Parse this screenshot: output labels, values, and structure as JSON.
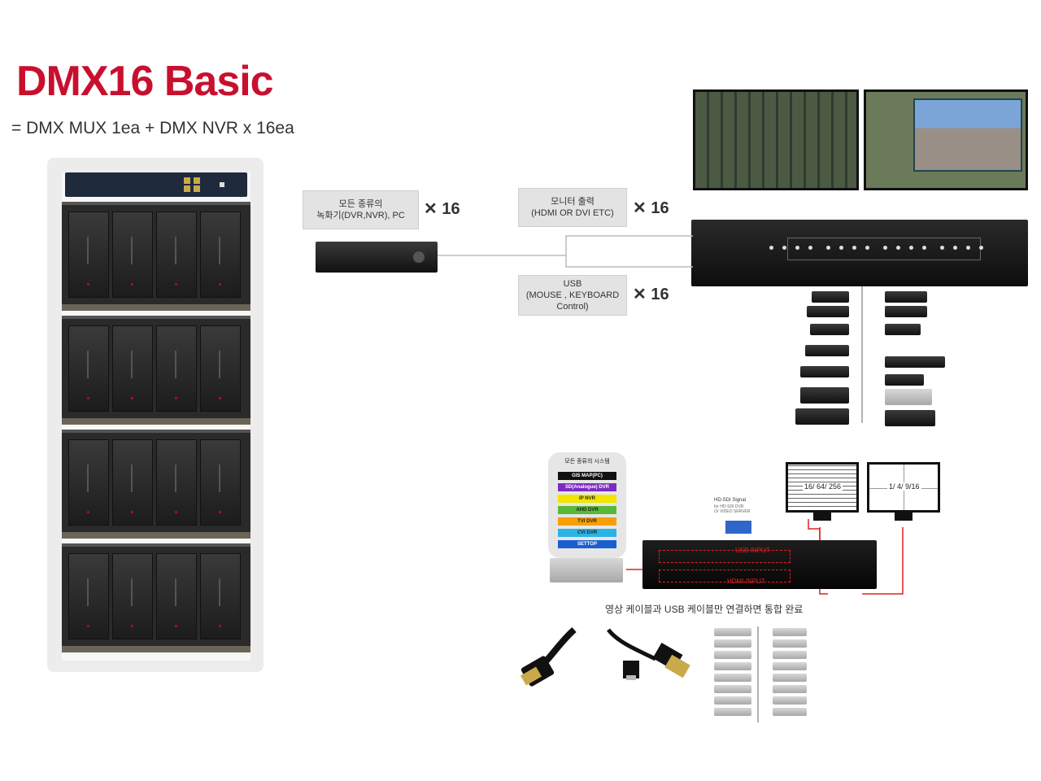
{
  "header": {
    "title": "DMX16 Basic",
    "subtitle": "= DMX MUX 1ea + DMX NVR x 16ea"
  },
  "labels": {
    "recorders": "모든 종류의\n녹화기(DVR,NVR), PC",
    "monitor_out": "모니터 출력\n(HDMI OR DVI ETC)",
    "usb": "USB\n(MOUSE , KEYBOARD\nControl)",
    "times": "✕ 16"
  },
  "bottom": {
    "systems_title": "모든 종류의 시스템",
    "systems": [
      {
        "label": "GIS MAP(PC)",
        "color": "#111111",
        "text": "#ffffff"
      },
      {
        "label": "SD(Analogue) DVR",
        "color": "#7b2cbf",
        "text": "#ffffff"
      },
      {
        "label": "IP NVR",
        "color": "#f2e600",
        "text": "#222222"
      },
      {
        "label": "AHD DVR",
        "color": "#59b935",
        "text": "#222222"
      },
      {
        "label": "TVI DVR",
        "color": "#f5a000",
        "text": "#222222"
      },
      {
        "label": "CVI DVR",
        "color": "#2bb3e6",
        "text": "#222222"
      },
      {
        "label": "SETTOP",
        "color": "#1a5fd1",
        "text": "#ffffff"
      }
    ],
    "hdsdi_label": "HD-SDI Signal",
    "hdsdi_sub": "for HD-SDI DVR\nOr VIDEO SERVER",
    "monitor1_text": "16/ 64/ 256",
    "monitor2_text": "1/ 4/ 9/16",
    "usb_input": "USB INPUT",
    "hdmi_input": "HDMI INPUT",
    "caption": "영상 케이블과 USB 케이블만 연결하면 통합 완료"
  },
  "colors": {
    "brand_red": "#c8102e",
    "connector_red": "#e02020",
    "connector_gray": "#bbbbbb"
  }
}
